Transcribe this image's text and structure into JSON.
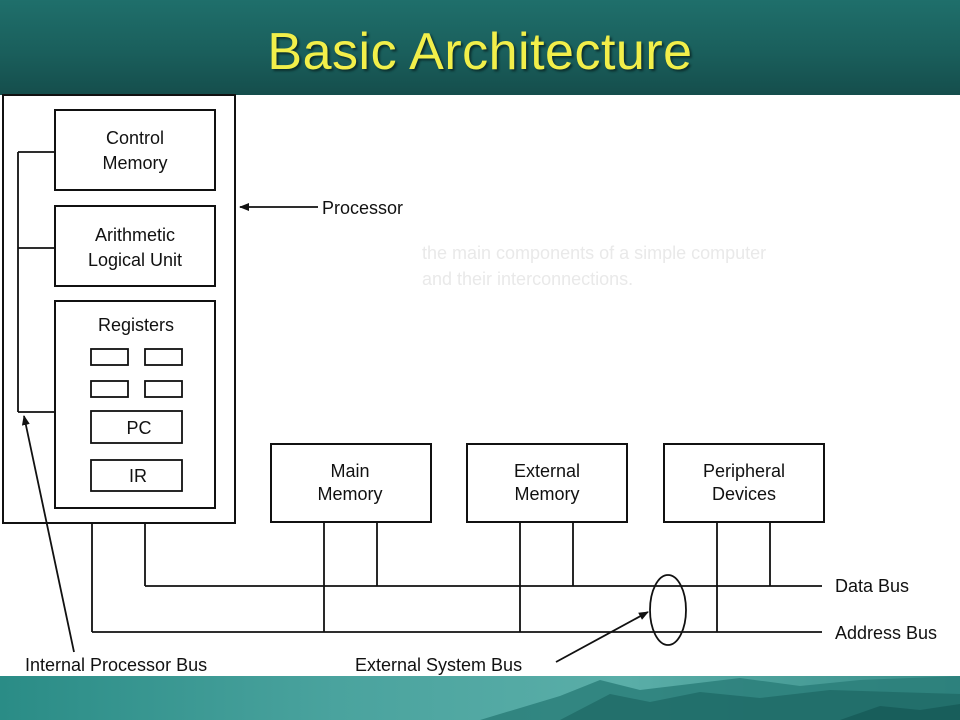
{
  "title": "Basic Architecture",
  "caption": {
    "line1": "the main components of a simple computer",
    "line2": "and their interconnections."
  },
  "processor": {
    "label": "Processor",
    "control_memory": [
      "Control",
      "Memory"
    ],
    "alu": [
      "Arithmetic",
      "Logical Unit"
    ],
    "registers": {
      "label": "Registers",
      "pc": "PC",
      "ir": "IR"
    }
  },
  "devices": {
    "main_memory": [
      "Main",
      "Memory"
    ],
    "external_memory": [
      "External",
      "Memory"
    ],
    "peripheral_devices": [
      "Peripheral",
      "Devices"
    ]
  },
  "buses": {
    "data_bus": "Data Bus",
    "address_bus": "Address Bus",
    "internal_processor_bus": "Internal Processor Bus",
    "external_system_bus": "External System Bus"
  },
  "colors": {
    "title_band": "#1a5f5c",
    "title_text": "#f2ef4a",
    "footer_band": "#4aa39e",
    "line": "#111111"
  }
}
